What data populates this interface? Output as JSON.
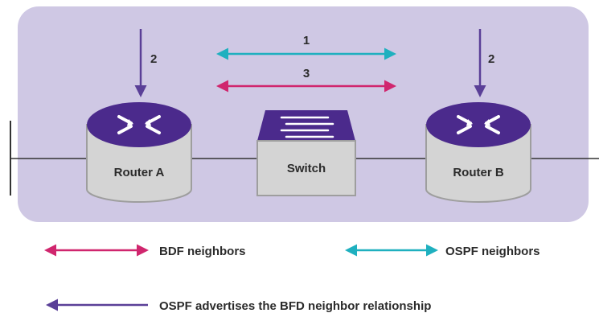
{
  "colors": {
    "panel": "#cfc8e4",
    "bfd": "#d0266e",
    "ospf": "#1fb0bf",
    "advertise": "#5a3f97",
    "device_top": "#4b2a8c",
    "device_body": "#d4d4d4",
    "device_edge": "#9e9e9e"
  },
  "icons": [
    "router-icon",
    "switch-icon"
  ],
  "devices": {
    "router_a": "Router A",
    "switch": "Switch",
    "router_b": "Router B"
  },
  "arrows": {
    "top_pair_number": "1",
    "bottom_pair_number": "3",
    "left_down_number": "2",
    "right_down_number": "2"
  },
  "legend": {
    "bfd": "BDF neighbors",
    "ospf": "OSPF neighbors",
    "advertise": "OSPF advertises the BFD neighbor relationship"
  }
}
